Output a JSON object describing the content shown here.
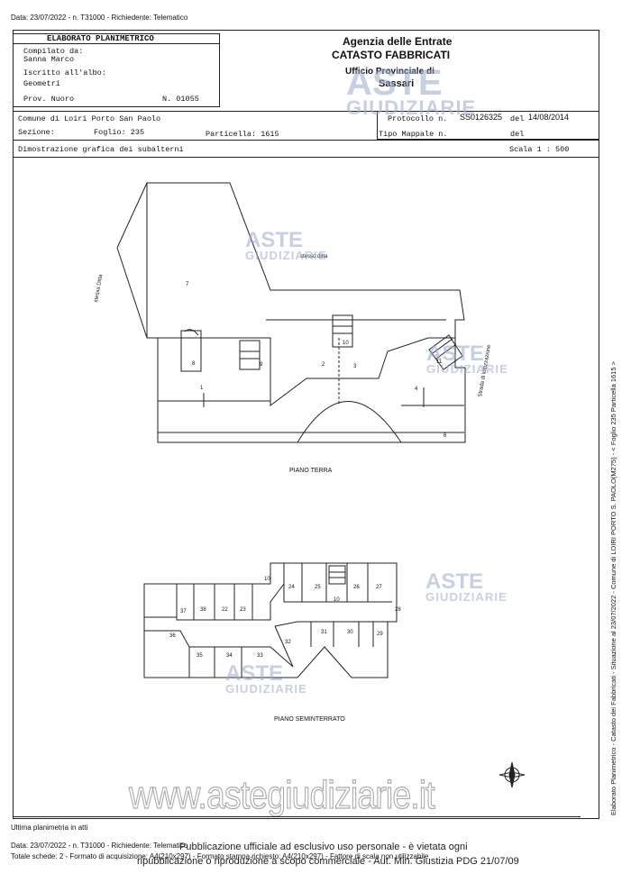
{
  "top_line": "Data: 23/07/2022 - n. T31000 - Richiedente: Telematico",
  "header": {
    "box_title": "ELABORATO PLANIMETRICO",
    "compilato_label": "Compilato da:",
    "compilato_name": "Sanna Marco",
    "iscritto_label": "Iscritto all'albo:",
    "iscritto_value": "Geometri",
    "prov_label": "Prov. Nuoro",
    "prov_number": "N. 01055",
    "agency": "Agenzia delle Entrate",
    "catasto": "CATASTO FABBRICATI",
    "ufficio": "Ufficio Provinciale di",
    "city": "Sassari"
  },
  "info": {
    "comune": "Comune di Loiri Porto San Paolo",
    "protocollo_label": "Protocollo n.",
    "protocollo_value": "SS0126325",
    "del_label": "del",
    "del_value": "14/08/2014",
    "sezione_label": "Sezione:",
    "foglio": "Foglio: 235",
    "particella": "Particella: 1615",
    "tipo_mappale": "Tipo Mappale n.",
    "del2_label": "del",
    "dimostrazione": "Dimostrazione grafica dei subalterni",
    "scala": "Scala 1 : 500"
  },
  "plan": {
    "piano_terra": "PIANO TERRA",
    "piano_seminterrato": "PIANO SEMINTERRATO",
    "stesso_ditta": "stesso ditta",
    "stessa_ditta_left": "stessa Ditta",
    "strada_lottizzazione": "Strada di lottizzazione",
    "ground_labels": [
      "7",
      "8",
      "9",
      "10",
      "11",
      "1",
      "2",
      "3",
      "4",
      "6"
    ],
    "basement_labels": [
      "10",
      "24",
      "25",
      "26",
      "27",
      "10",
      "28",
      "37",
      "38",
      "22",
      "23",
      "36",
      "31",
      "30",
      "29",
      "32",
      "35",
      "34",
      "33"
    ]
  },
  "watermark": {
    "line1": "ASTE",
    "line2": "GIUDIZIARIE",
    "url": "www.astegiudiziarie.it"
  },
  "side_text": "Elaborato Planimetrico - Catasto dei Fabbricati - Situazione al 23/07/2022 - Comune di LOIRI PORTO S. PAOLO(M275) - < Foglio 235 Particella 1615 >",
  "footer": {
    "ultima": "Ultima planimetria in atti",
    "data_line": "Data: 23/07/2022 - n. T31000 - Richiedente: Telematico",
    "totale_line": "Totale schede: 2 - Formato di acquisizione: A4(210x297) - Formato stampa richiesto: A4(210x297) - Fattore di scala non utilizzabile",
    "pub1": "Pubblicazione ufficiale ad esclusivo uso personale - è vietata ogni",
    "pub2": "ripubblicazione o riproduzione a scopo commerciale - Aut. Min. Giustizia PDG 21/07/09"
  }
}
